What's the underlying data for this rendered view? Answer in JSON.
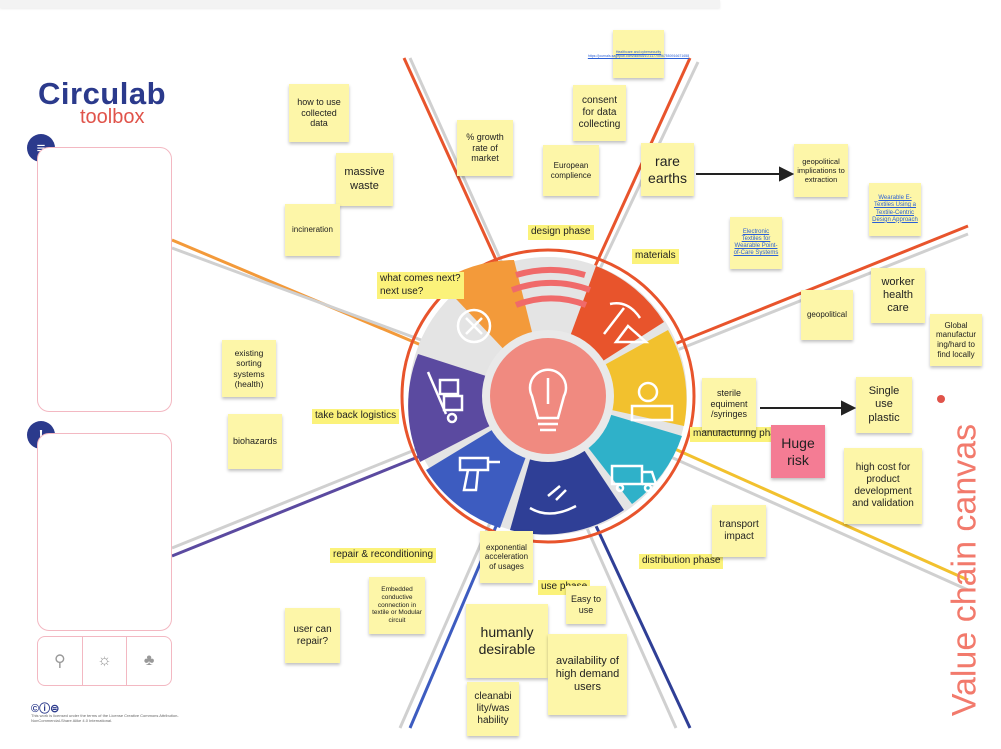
{
  "logo": {
    "main": "Circulab",
    "sub": "toolbox"
  },
  "side_title": "Value chain canvas",
  "license_text": "This work is licensed under the terms of the License Creative Commons Attribution-NonCommercial-Share Alike 4.0 International.",
  "phases": {
    "design": "design phase",
    "materials": "materials",
    "manufacturing": "manufacturing phase",
    "distribution": "distribution phase",
    "use": "use phase",
    "repair": "repair & reconditioning",
    "takeback": "take back logistics",
    "next": "what comes next?\nnext use?"
  },
  "notes": {
    "how_to_use": "how to use collected data",
    "massive_waste": "massive waste",
    "incineration": "incineration",
    "growth": "% growth rate of market",
    "european": "European complience",
    "consent": "consent for data collecting",
    "healthcare_security": "Healthcare and cybersecurity https://journals.sagepub.com/doi/full/10.1177/0967550916671658",
    "rare_earths": "rare earths",
    "geopolitical_impl": "geopolitical implications to extraction",
    "wearable_link": "Wearable E-Textiles Using a Textile-Centric Design Approach",
    "electronic_link": "Electronic Textiles for Wearable Point-of-Care Systems",
    "geopolitical": "geopolitical",
    "worker_health": "worker health care",
    "global_manuf": "Global manufactur ing/hard to find locally",
    "sterile": "sterile equiment /syringes",
    "single_use": "Single use plastic",
    "huge_risk": "Huge risk",
    "high_cost": "high cost for product development and validation",
    "transport": "transport impact",
    "existing_sorting": "existing sorting systems (health)",
    "biohazards": "biohazards",
    "exponential": "exponential acceleration of usages",
    "embedded": "Embedded conductive connection in textile or Modular circuit",
    "easy": "Easy to use",
    "user_repair": "user can repair?",
    "humanly": "humanly desirable",
    "availability": "availability of high demand users",
    "cleanability": "cleanabi lity/was hability"
  },
  "colors": {
    "brand": "#2b3a8c",
    "accent": "#e0534a",
    "note": "#fdf6a8",
    "label": "#fbf27a",
    "segment_orange": "#f39a3a",
    "segment_red": "#e8542c",
    "segment_yellow": "#f2c12e",
    "segment_teal": "#2fb1c9",
    "segment_navy": "#2f3f96",
    "segment_blue": "#3d5cc0",
    "segment_purple": "#5b4aa0",
    "center": "#f08a80"
  },
  "icons": [
    "light-bulb-icon",
    "recycle-leaves-icon",
    "pickaxe-icon",
    "factory-gear-icon",
    "truck-icon",
    "hand-icon",
    "drill-icon",
    "hand-truck-icon"
  ]
}
